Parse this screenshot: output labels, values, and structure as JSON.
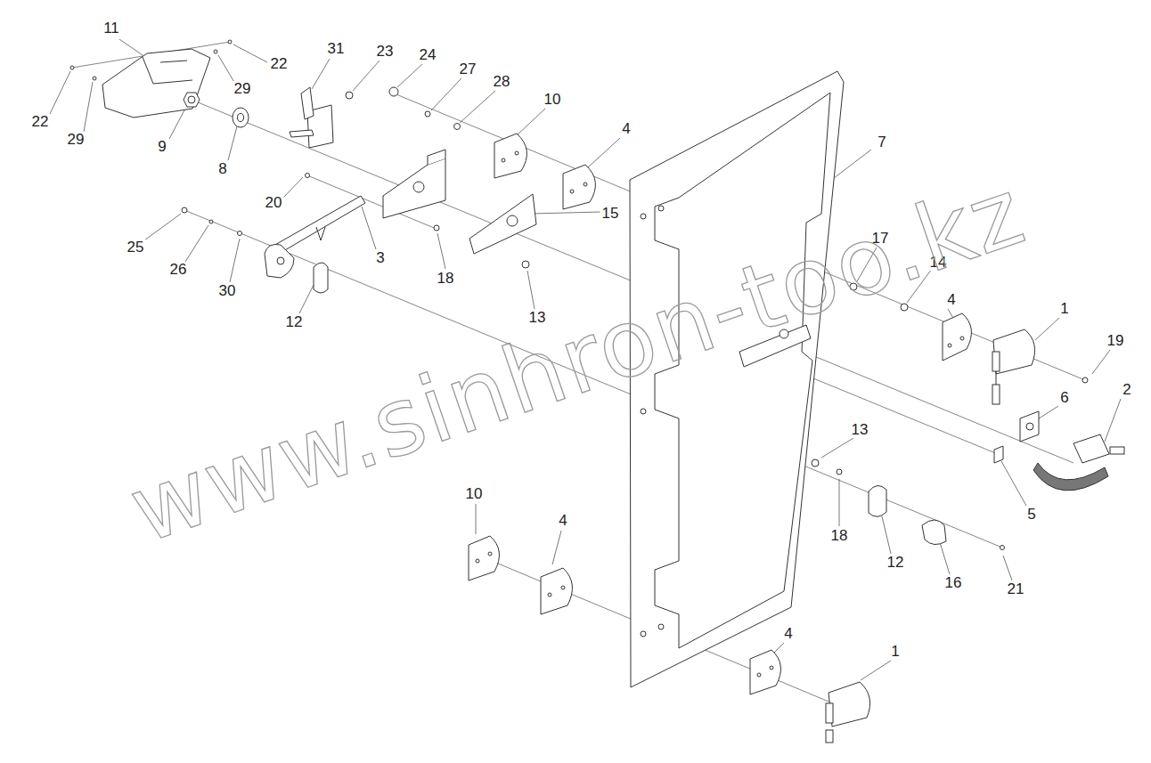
{
  "diagram": {
    "labels": [
      "11",
      "22",
      "31",
      "23",
      "24",
      "27",
      "28",
      "10",
      "22",
      "29",
      "29",
      "9",
      "8",
      "4",
      "7",
      "20",
      "25",
      "26",
      "3",
      "18",
      "15",
      "30",
      "17",
      "14",
      "4",
      "12",
      "13",
      "1",
      "19",
      "6",
      "2",
      "13",
      "5",
      "18",
      "12",
      "16",
      "21",
      "10",
      "4",
      "4",
      "1",
      "www.sinhron-too.kz"
    ]
  }
}
